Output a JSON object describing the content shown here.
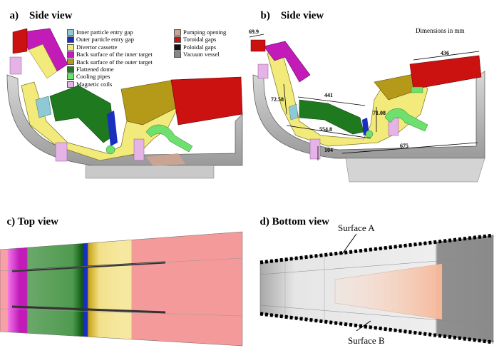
{
  "panels": {
    "a": {
      "letter": "a)",
      "title": "Side view"
    },
    "b": {
      "letter": "b)",
      "title": "Side view"
    },
    "c": {
      "letter": "c)",
      "title": "Top view"
    },
    "d": {
      "letter": "d)",
      "title": "Bottom view"
    }
  },
  "legend_left": [
    {
      "label": "Inner particle entry gap",
      "color": "#8fc9d6"
    },
    {
      "label": "Outer particle entry gap",
      "color": "#1a2fbf"
    },
    {
      "label": "Divertor cassette",
      "color": "#f2ea7a"
    },
    {
      "label": "Back surface of the inner target",
      "color": "#c21bb8"
    },
    {
      "label": "Back surface of the outer target",
      "color": "#b59a1a"
    },
    {
      "label": "Flattened dome",
      "color": "#1f7a1f"
    },
    {
      "label": "Cooling pipes",
      "color": "#6ee06e"
    },
    {
      "label": "Magnetic coils",
      "color": "#e6b3e6"
    }
  ],
  "legend_right": [
    {
      "label": "Pumping opening",
      "color": "#c9a393"
    },
    {
      "label": "Toroidal gaps",
      "color": "#cc1111"
    },
    {
      "label": "Poloidal gaps",
      "color": "#111111"
    },
    {
      "label": "Vacuum vessel",
      "color": "#888888"
    }
  ],
  "dimensions_note": "Dimensions in mm",
  "dimensions": {
    "d699": "69.9",
    "d436": "436",
    "d441": "441",
    "d7258": "72.58",
    "d7108": "71.08",
    "d5548": "554.8",
    "d675": "675",
    "d104": "104"
  },
  "surfaces": {
    "a": "Surface A",
    "b": "Surface B"
  },
  "colors": {
    "cassette": "#f2ea7a",
    "dome": "#1f7a1f",
    "inner_back": "#c21bb8",
    "outer_back": "#b59a1a",
    "toroidal": "#cc1111",
    "vessel": "#bdbdbd",
    "pipes": "#6ee06e",
    "coils": "#e6b3e6",
    "pumping": "#c9a393",
    "outer_gap": "#1a2fbf",
    "inner_gap": "#8fc9d6"
  }
}
